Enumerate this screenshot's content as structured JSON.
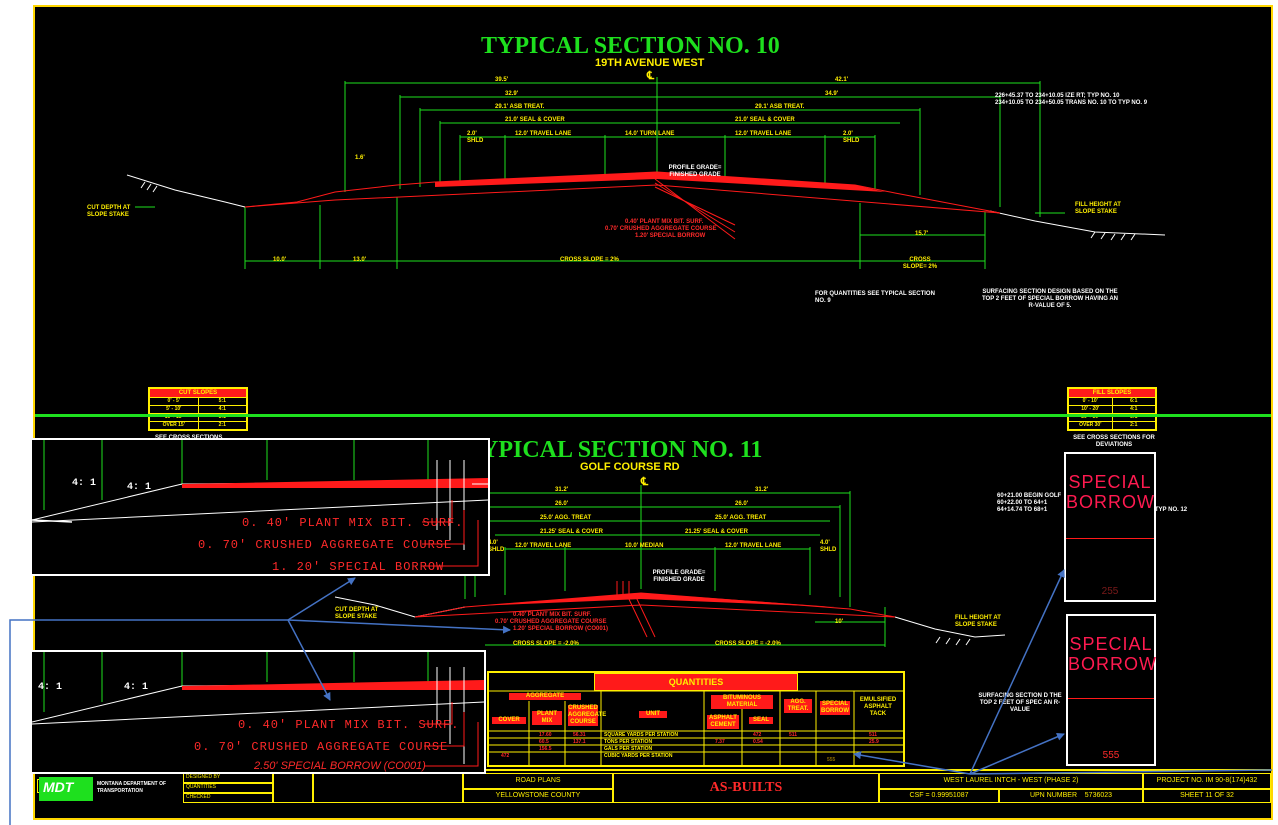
{
  "section10": {
    "title": "TYPICAL  SECTION  NO. 10",
    "subtitle": "19TH AVENUE WEST",
    "dims_top": [
      "39.5'",
      "42.1'",
      "32.9'",
      "34.9'",
      "29.1' ASB TREAT.",
      "29.1' ASB TREAT.",
      "21.0' SEAL & COVER",
      "21.0' SEAL & COVER",
      "12.0' TRAVEL LANE",
      "14.0' TURN LANE",
      "12.0' TRAVEL LANE"
    ],
    "shld": [
      "2.0' SHLD",
      "2.0' SHLD"
    ],
    "dim_left": "1.6'",
    "layer_labels": [
      "0.40' PLANT MIX BIT. SURF.",
      "0.70' CRUSHED AGGREGATE COURSE",
      "1.20' SPECIAL BORROW"
    ],
    "profile_grade": "PROFILE GRADE= FINISHED GRADE",
    "cut_note": "CUT DEPTH AT SLOPE STAKE",
    "fill_note": "FILL HEIGHT AT SLOPE STAKE",
    "bottom_dims": [
      "10.0'",
      "13.0'",
      "CROSS SLOPE = 2%",
      "CROSS SLOPE= 2%",
      "15.7'"
    ],
    "station_notes": [
      "226+45.37  TO  234+10.05  IZE RT;  TYP NO. 10",
      "234+10.05  TO  234+50.05  TRANS NO. 10 TO TYP NO. 9"
    ],
    "qty_note": "FOR QUANTITIES SEE TYPICAL SECTION NO. 9",
    "surfacing_note": "SURFACING SECTION DESIGN BASED ON THE TOP 2 FEET OF SPECIAL BORROW HAVING AN R-VALUE OF 5."
  },
  "cut_slopes": {
    "title": "CUT SLOPES",
    "rows": [
      [
        "0' - 5'",
        "5:1"
      ],
      [
        "5' - 10'",
        "4:1"
      ],
      [
        "10' - 15'",
        "3:1"
      ],
      [
        "OVER 15'",
        "2:1"
      ]
    ],
    "note": "SEE CROSS SECTIONS"
  },
  "fill_slopes": {
    "title": "FILL SLOPES",
    "rows": [
      [
        "0' - 10'",
        "6:1"
      ],
      [
        "10' - 20'",
        "4:1"
      ],
      [
        "20' - 30'",
        "3:1"
      ],
      [
        "OVER 30'",
        "2:1"
      ]
    ],
    "note": "SEE CROSS SECTIONS FOR DEVIATIONS"
  },
  "section11": {
    "title": "TYPICAL  SECTION  NO. 11",
    "subtitle": "GOLF COURSE RD",
    "dims_top": [
      "31.2'",
      "31.2'",
      "26.0'",
      "26.0'",
      "25.0' AGG. TREAT",
      "25.0' AGG. TREAT",
      "21.25' SEAL & COVER",
      "21.25' SEAL & COVER",
      "12.0' TRAVEL LANE",
      "10.0' MEDIAN",
      "12.0' TRAVEL LANE"
    ],
    "shld": [
      "4.0' SHLD",
      "4.0' SHLD"
    ],
    "layer_labels": [
      "0.40' PLANT MIX BIT. SURF.",
      "0.70' CRUSHED AGGREGATE COURSE",
      "1.20' SPECIAL BORROW (CO001)"
    ],
    "profile_grade": "PROFILE GRADE= FINISHED GRADE",
    "cut_note": "CUT DEPTH AT SLOPE STAKE",
    "fill_note": "FILL HEIGHT AT SLOPE STAKE",
    "bottom_dims": [
      "CROSS SLOPE = -2.0%",
      "CROSS SLOPE = -2.0%",
      "10'"
    ],
    "station_notes": [
      "60+21.00  BEGIN GOLF",
      "60+22.00  TO  64+1",
      "64+14.74  TO  68+1"
    ],
    "to_typ": "TO TYP NO. 12",
    "surfacing_note": "SURFACING SECTION D THE TOP 2 FEET OF SPEC AN R-VALUE"
  },
  "inset_top": {
    "slopes": [
      "4: 1",
      "4: 1"
    ],
    "labels": [
      "0. 40'  PLANT MIX BIT. SURF.",
      "0. 70'  CRUSHED AGGREGATE COURSE",
      "1. 20'  SPECIAL BORROW"
    ]
  },
  "inset_bottom": {
    "slopes": [
      "4: 1",
      "4: 1"
    ],
    "labels": [
      "0. 40'  PLANT MIX BIT. SURF.",
      "0. 70'  CRUSHED AGGREGATE COURSE"
    ],
    "italic_label": "2.50' SPECIAL BORROW (CO001)"
  },
  "borrow_top": {
    "label": "SPECIAL BORROW",
    "value": "255"
  },
  "borrow_bottom": {
    "label": "SPECIAL BORROW",
    "value": "555"
  },
  "quantities": {
    "title": "QUANTITIES",
    "group_aggregate": "AGGREGATE",
    "cols_aggregate": [
      "COVER",
      "PLANT MIX",
      "CRUSHED AGGREGATE COURSE"
    ],
    "col_unit": "UNIT",
    "group_bituminous": "BITUMINOUS MATERIAL",
    "cols_bituminous": [
      "ASPHALT CEMENT",
      "SEAL"
    ],
    "col_agg_treat": "AGG. TREAT.",
    "col_special_borrow": "SPECIAL BORROW",
    "col_emulsified": "EMULSIFIED ASPHALT TACK",
    "units": [
      "SQUARE YARDS PER STATION",
      "TONS PER STATION",
      "GALS PER STATION",
      "CUBIC YARDS PER STATION"
    ],
    "values_plant": [
      "17.60",
      "60.5",
      "156.5"
    ],
    "values_crushed": [
      "56.31",
      "137.1"
    ],
    "values_cover": [
      "472"
    ],
    "values_asphalt": [
      "7.37"
    ],
    "values_seal": [
      "472",
      "0.54"
    ],
    "values_agg": [
      "511"
    ],
    "values_emul": [
      "511",
      "25.9"
    ],
    "values_sb": [
      "555"
    ]
  },
  "title_block": {
    "logo": "MDT",
    "logo_sub": "MONTANA DEPARTMENT OF TRANSPORTATION",
    "rows": [
      "DESIGNED BY",
      "QUANTITIES",
      "CHECKED"
    ],
    "road_plans": "ROAD PLANS",
    "county": "YELLOWSTONE COUNTY",
    "as_builts": "AS-BUILTS",
    "project_name": "WEST LAUREL INTCH - WEST (PHASE 2)",
    "csf": "CSF = 0.99951087",
    "upn": "UPN NUMBER",
    "upn_value": "5736023",
    "project_no": "PROJECT NO. IM 90-8(174)432",
    "sheet": "SHEET 11 OF 32"
  },
  "colors": {
    "border": "#ffd700",
    "title": "#1ee01e",
    "pavement": "#ff0000",
    "dims": "#1ee01e",
    "callout": "#4472c4"
  }
}
